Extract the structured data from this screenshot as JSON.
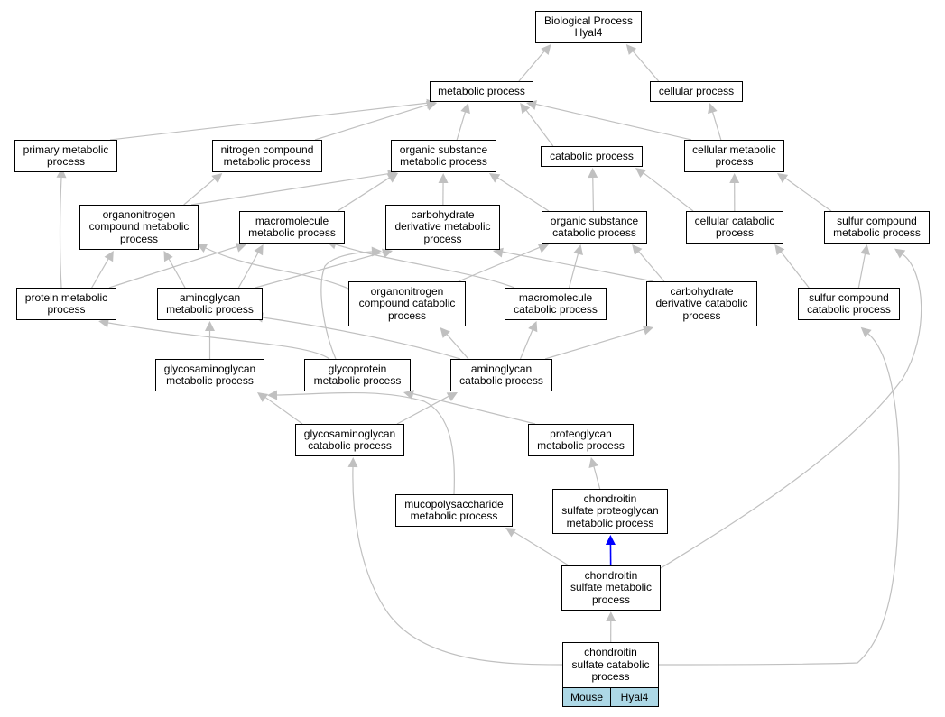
{
  "diagram": {
    "nodes": {
      "root": "Biological Process\nHyal4",
      "metabolic": "metabolic process",
      "cellular": "cellular process",
      "primary": "primary metabolic\nprocess",
      "nitrogen": "nitrogen compound\nmetabolic process",
      "organic_met": "organic substance\nmetabolic process",
      "catabolic": "catabolic process",
      "cell_met": "cellular metabolic\nprocess",
      "orgnitro_met": "organonitrogen\ncompound metabolic\nprocess",
      "macro_met": "macromolecule\nmetabolic process",
      "carb_met": "carbohydrate\nderivative metabolic\nprocess",
      "org_cat": "organic substance\ncatabolic process",
      "cell_cat": "cellular catabolic\nprocess",
      "sulfur_met": "sulfur compound\nmetabolic process",
      "protein_met": "protein metabolic\nprocess",
      "amino_met": "aminoglycan\nmetabolic process",
      "orgnitro_cat": "organonitrogen\ncompound catabolic\nprocess",
      "macro_cat": "macromolecule\ncatabolic process",
      "carb_cat": "carbohydrate\nderivative catabolic\nprocess",
      "sulfur_cat": "sulfur compound\ncatabolic process",
      "gag_met": "glycosaminoglycan\nmetabolic process",
      "glycoprot_met": "glycoprotein\nmetabolic process",
      "amino_cat": "aminoglycan\ncatabolic process",
      "gag_cat": "glycosaminoglycan\ncatabolic process",
      "proteoglycan_met": "proteoglycan\nmetabolic process",
      "mucopoly_met": "mucopolysaccharide\nmetabolic process",
      "cs_proteoglycan_met": "chondroitin\nsulfate proteoglycan\nmetabolic process",
      "cs_met": "chondroitin\nsulfate metabolic\nprocess",
      "cs_cat": "chondroitin\nsulfate catabolic\nprocess"
    },
    "species_row": [
      "Mouse",
      "Hyal4"
    ],
    "edge_color": "#c0c0c0",
    "highlight_edge_color": "#0000ff",
    "species_fill": "#add8e6",
    "edges": [
      [
        "metabolic",
        "root"
      ],
      [
        "cellular",
        "root"
      ],
      [
        "primary",
        "metabolic"
      ],
      [
        "nitrogen",
        "metabolic"
      ],
      [
        "organic_met",
        "metabolic"
      ],
      [
        "catabolic",
        "metabolic"
      ],
      [
        "cell_met",
        "metabolic"
      ],
      [
        "cell_met",
        "cellular"
      ],
      [
        "orgnitro_met",
        "nitrogen"
      ],
      [
        "orgnitro_met",
        "organic_met"
      ],
      [
        "macro_met",
        "organic_met"
      ],
      [
        "carb_met",
        "organic_met"
      ],
      [
        "org_cat",
        "organic_met"
      ],
      [
        "org_cat",
        "catabolic"
      ],
      [
        "cell_cat",
        "catabolic"
      ],
      [
        "cell_cat",
        "cell_met"
      ],
      [
        "sulfur_met",
        "cell_met"
      ],
      [
        "protein_met",
        "primary"
      ],
      [
        "protein_met",
        "orgnitro_met"
      ],
      [
        "protein_met",
        "macro_met"
      ],
      [
        "amino_met",
        "orgnitro_met"
      ],
      [
        "amino_met",
        "macro_met"
      ],
      [
        "amino_met",
        "carb_met"
      ],
      [
        "orgnitro_cat",
        "orgnitro_met"
      ],
      [
        "orgnitro_cat",
        "org_cat"
      ],
      [
        "macro_cat",
        "macro_met"
      ],
      [
        "macro_cat",
        "org_cat"
      ],
      [
        "carb_cat",
        "carb_met"
      ],
      [
        "carb_cat",
        "org_cat"
      ],
      [
        "sulfur_cat",
        "cell_cat"
      ],
      [
        "sulfur_cat",
        "sulfur_met"
      ],
      [
        "gag_met",
        "amino_met"
      ],
      [
        "glycoprot_met",
        "protein_met"
      ],
      [
        "glycoprot_met",
        "carb_met"
      ],
      [
        "amino_cat",
        "amino_met"
      ],
      [
        "amino_cat",
        "orgnitro_cat"
      ],
      [
        "amino_cat",
        "macro_cat"
      ],
      [
        "amino_cat",
        "carb_cat"
      ],
      [
        "gag_cat",
        "gag_met"
      ],
      [
        "gag_cat",
        "amino_cat"
      ],
      [
        "proteoglycan_met",
        "glycoprot_met"
      ],
      [
        "mucopoly_met",
        "gag_met"
      ],
      [
        "cs_proteoglycan_met",
        "proteoglycan_met"
      ],
      [
        "cs_met",
        "cs_proteoglycan_met",
        "highlight"
      ],
      [
        "cs_met",
        "mucopoly_met"
      ],
      [
        "cs_met",
        "sulfur_met"
      ],
      [
        "cs_cat",
        "cs_met"
      ],
      [
        "cs_cat",
        "gag_cat"
      ],
      [
        "cs_cat",
        "sulfur_cat"
      ]
    ]
  }
}
